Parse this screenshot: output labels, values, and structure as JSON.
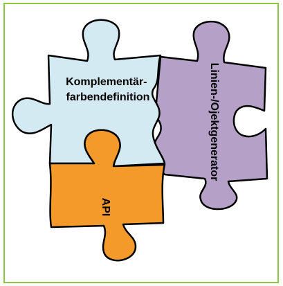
{
  "pieces": {
    "definition": {
      "lines": [
        "Komplementär-",
        "farbendefinition"
      ],
      "color": "#d4eaf2"
    },
    "generator": {
      "label": "Linien-/Ojektgenerator",
      "color": "#b5a0c8"
    },
    "api": {
      "label": "API",
      "color": "#f39a2a"
    }
  },
  "colors": {
    "frame_border": "#8cc63f",
    "outline": "#000000"
  }
}
